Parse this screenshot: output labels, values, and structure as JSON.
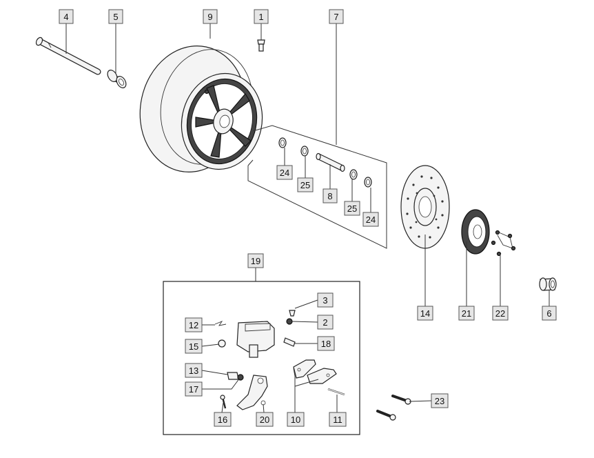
{
  "callouts": {
    "c1": "1",
    "c2": "2",
    "c3": "3",
    "c4": "4",
    "c5": "5",
    "c6": "6",
    "c7": "7",
    "c8": "8",
    "c9": "9",
    "c10": "10",
    "c11": "11",
    "c12": "12",
    "c13": "13",
    "c14": "14",
    "c15": "15",
    "c16": "16",
    "c17": "17",
    "c18": "18",
    "c19": "19",
    "c20": "20",
    "c21": "21",
    "c22": "22",
    "c23": "23",
    "c24a": "24",
    "c24b": "24",
    "c25a": "25",
    "c25b": "25"
  },
  "parts": {
    "axle": "axle-icon",
    "collar": "collar-icon",
    "wheel": "wheel-icon",
    "screw": "screw-icon",
    "bearing": "bearing-icon",
    "spacer": "spacer-icon",
    "brake_disc": "brake-disc-icon",
    "sprocket": "sprocket-icon",
    "bolt": "bolt-icon",
    "caliper": "caliper-icon",
    "brake_pad": "brake-pad-icon",
    "bracket": "caliper-bracket-icon"
  }
}
